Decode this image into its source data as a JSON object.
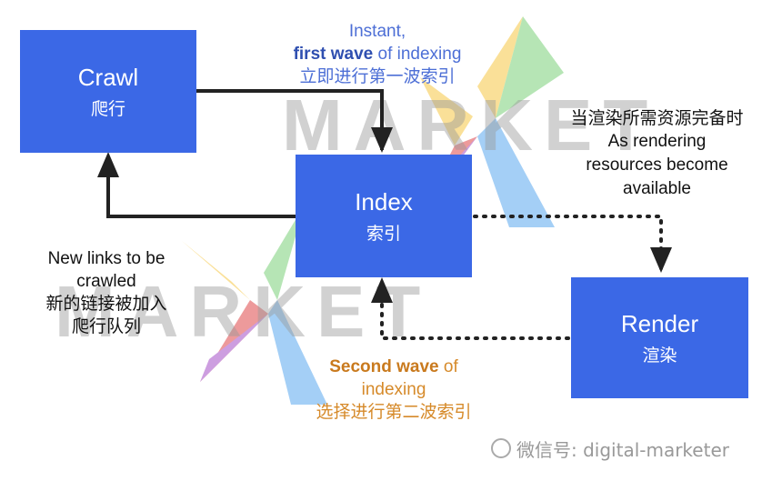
{
  "boxes": {
    "crawl": {
      "en": "Crawl",
      "zh": "爬行"
    },
    "index": {
      "en": "Index",
      "zh": "索引"
    },
    "render": {
      "en": "Render",
      "zh": "渲染"
    }
  },
  "labels": {
    "first_wave": {
      "line1": "Instant,",
      "line2_bold": "first wave",
      "line2_rest": " of indexing",
      "zh": "立即进行第一波索引"
    },
    "second_wave": {
      "line1_bold": "Second wave",
      "line1_rest": " of",
      "line2": "indexing",
      "zh": "选择进行第二波索引"
    },
    "new_links": {
      "line1": "New links to be",
      "line2": "crawled",
      "zh1": "新的链接被加入",
      "zh2": "爬行队列"
    },
    "render_resources": {
      "zh": "当渲染所需资源完备时",
      "line1": "As rendering",
      "line2": "resources become",
      "line3": "available"
    }
  },
  "watermark": {
    "text": "微信号: digital-marketer",
    "overlay": "MARKET",
    "overlay2": "MARKET"
  },
  "colors": {
    "box": "#3b68e6",
    "arrow": "#222222",
    "first_wave": "#4d6fd6",
    "second_wave": "#d68a2a"
  }
}
